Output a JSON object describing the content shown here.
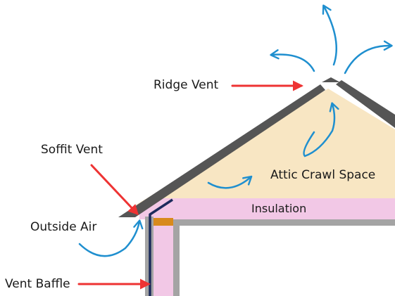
{
  "labels": {
    "ridge_vent": "Ridge Vent",
    "soffit_vent": "Soffit Vent",
    "outside_air": "Outside Air",
    "vent_baffle": "Vent Baffle",
    "attic_crawl_space": "Attic Crawl Space",
    "insulation": "Insulation"
  },
  "colors": {
    "roof": "#555555",
    "attic_fill": "#f8e6c3",
    "insulation": "#f2c8e6",
    "wall": "#a4a4a4",
    "baffle": "#1c2b5c",
    "wood_block": "#d88a1c",
    "airflow_arrow": "#1f8fcf",
    "callout_arrow": "#ee3333"
  }
}
